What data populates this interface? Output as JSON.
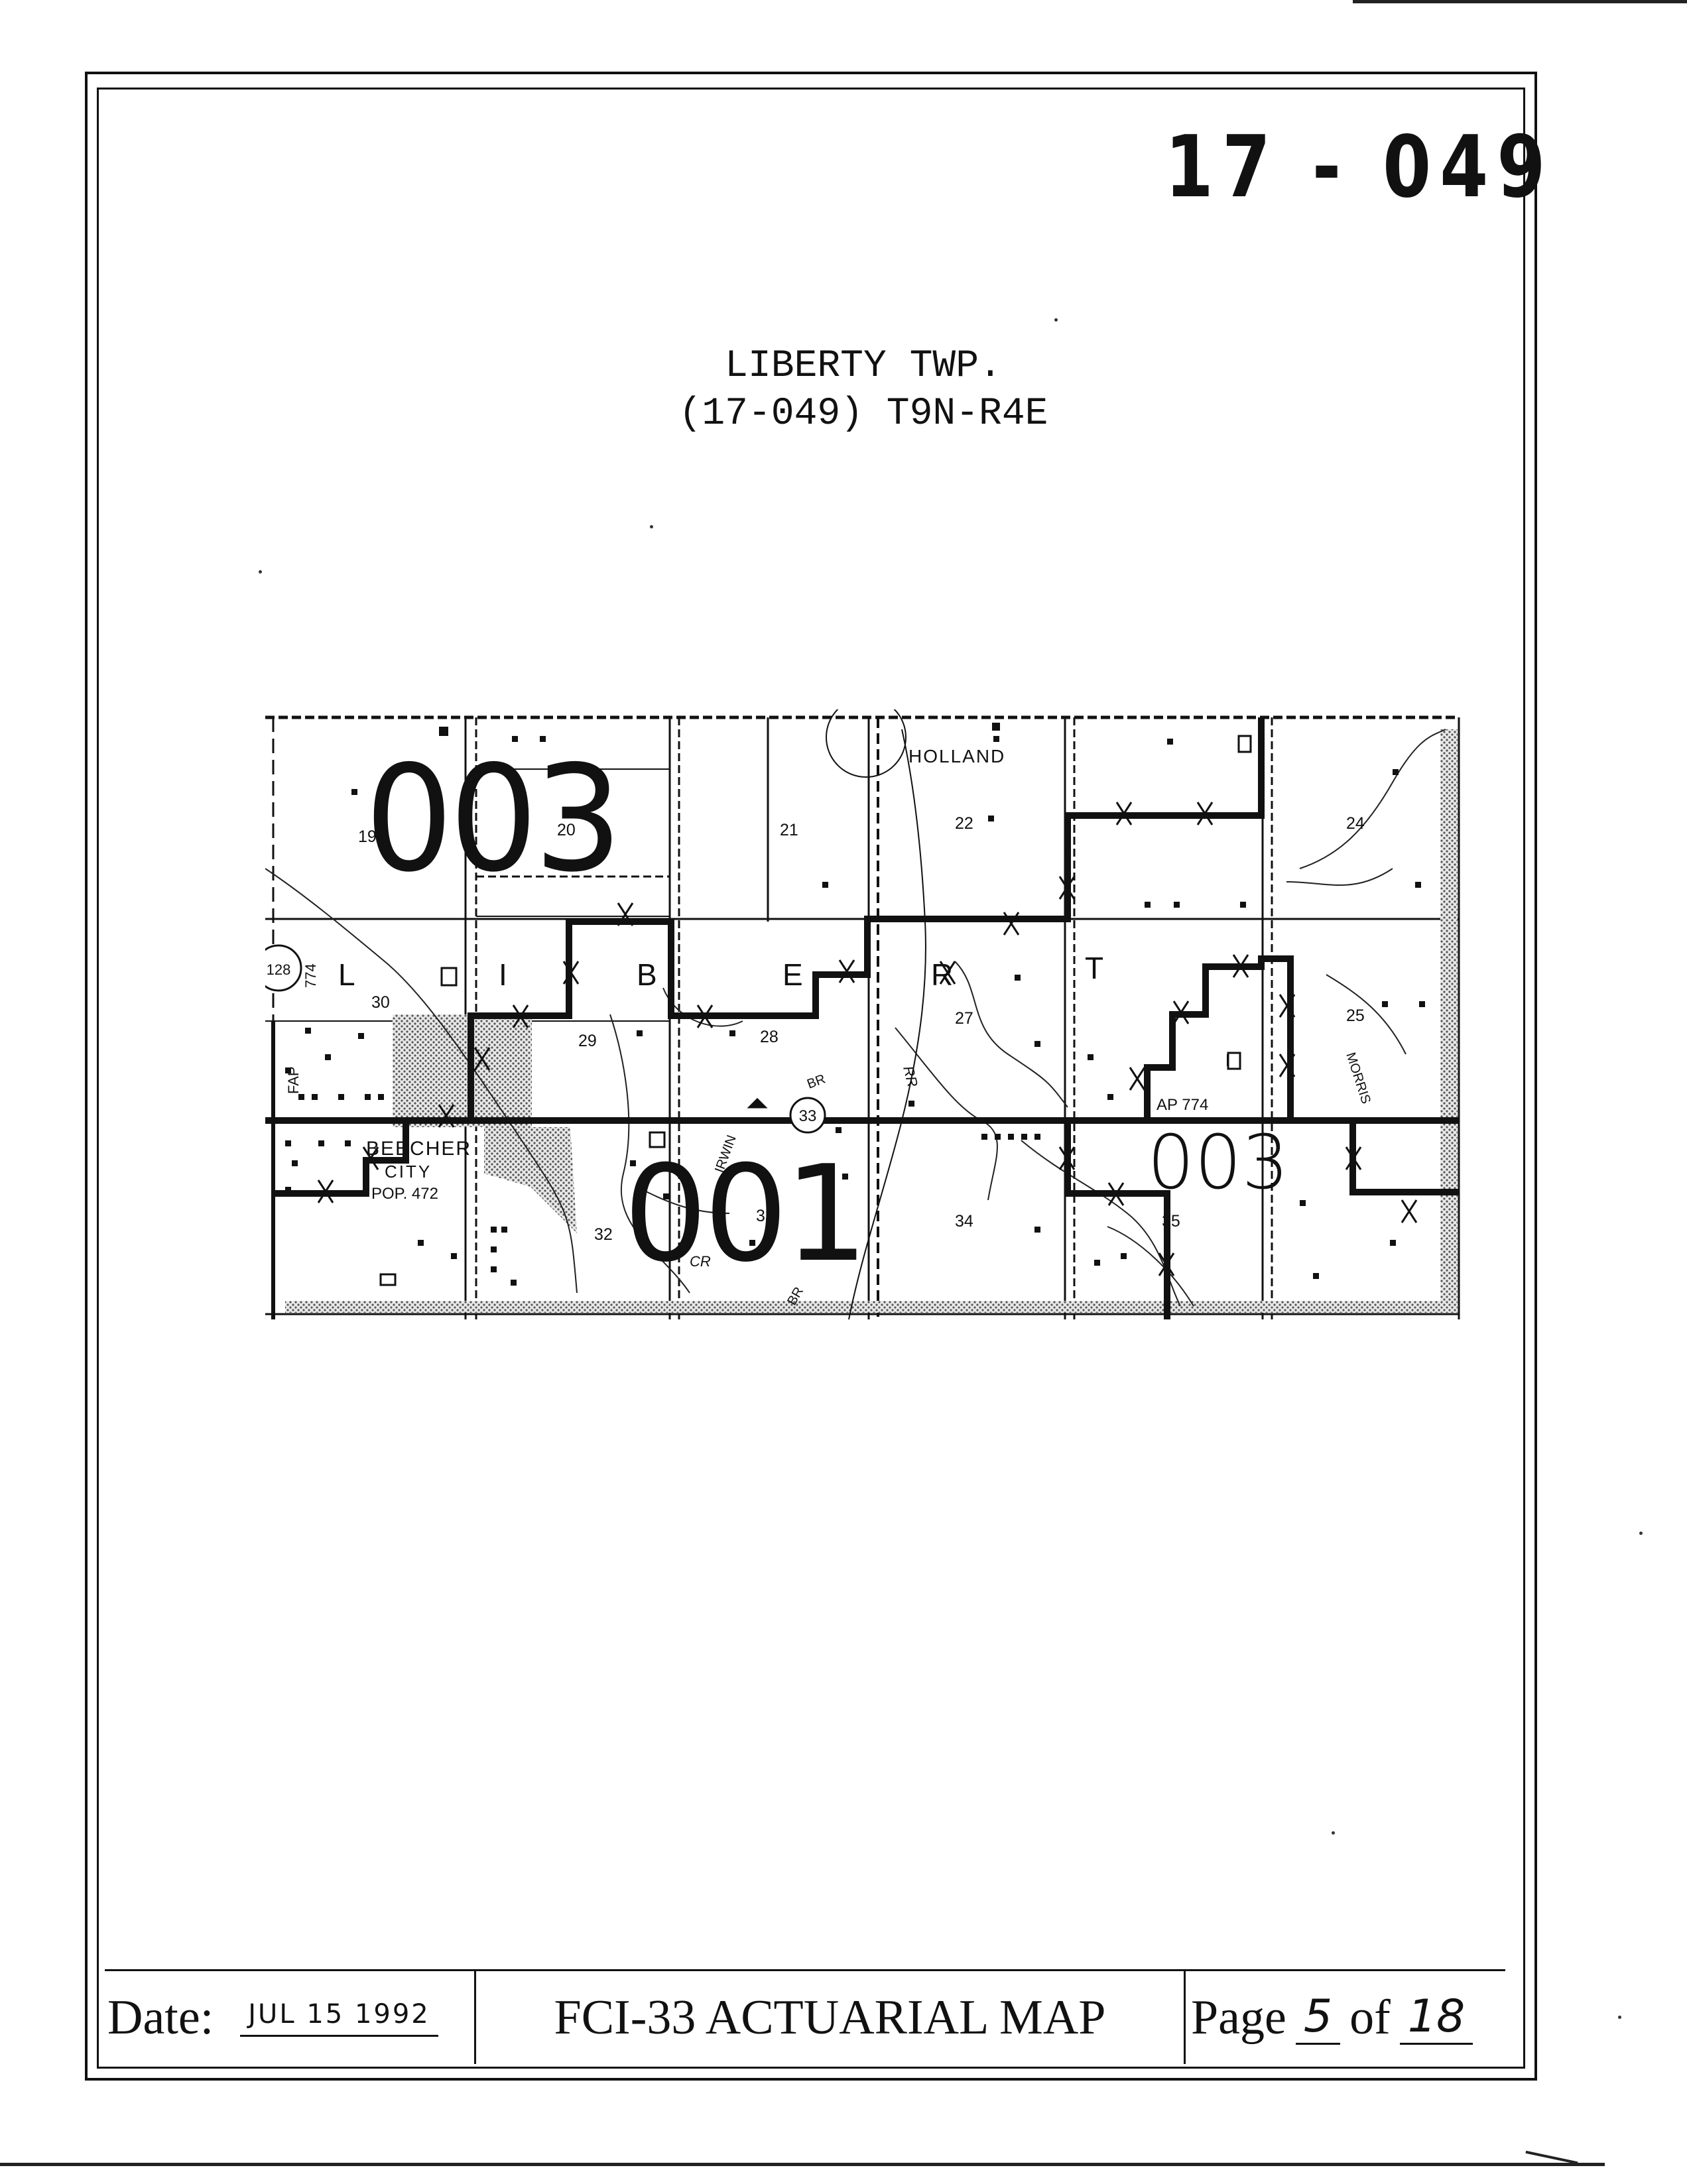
{
  "header": {
    "map_id": "17 - 049"
  },
  "title": {
    "line1": "LIBERTY TWP.",
    "line2": "(17-049) T9N-R4E"
  },
  "map": {
    "section_numbers": [
      "19",
      "20",
      "21",
      "22",
      "24",
      "30",
      "29",
      "28",
      "27",
      "25",
      "32",
      "33",
      "34",
      "35"
    ],
    "place_labels": {
      "holland": "HOLLAND",
      "beecher_city": "BEECHER",
      "beecher_city_2": "CITY",
      "beecher_city_3": "POP. 472"
    },
    "road_labels": {
      "fap_west": "FAP",
      "num_774_west": "774",
      "fap_774": "AP 774",
      "route_128": "128",
      "route_33": "33",
      "rr": "RR",
      "br": "BR",
      "br2": "BR",
      "cr": "CR",
      "morris": "MORRIS",
      "irwin": "IRWIN"
    },
    "township_letters": [
      "L",
      "I",
      "B",
      "E",
      "R",
      "T"
    ],
    "district_labels": {
      "d1": "003",
      "d2": "001",
      "d3": "003"
    }
  },
  "footer": {
    "date_label": "Date:",
    "date_value": "JUL 15 1992",
    "map_title": "FCI-33 ACTUARIAL MAP",
    "page_label": "Page",
    "page_current": "5",
    "page_of": "of",
    "page_total": "18"
  }
}
